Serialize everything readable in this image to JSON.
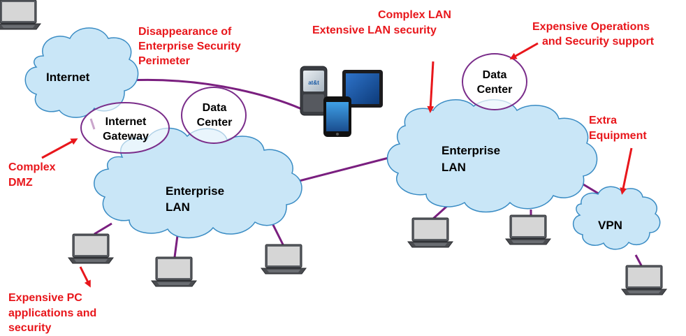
{
  "colors": {
    "cloud_fill": "#c9e6f7",
    "cloud_stroke": "#3a8cc4",
    "circle_stroke": "#7a2d8a",
    "link": "#7a1f7f",
    "arrow": "#e8161b",
    "annotation": "#e8161b"
  },
  "clouds": {
    "internet": "Internet",
    "lan_left_1": "Enterprise",
    "lan_left_2": "LAN",
    "lan_right_1": "Enterprise",
    "lan_right_2": "LAN",
    "vpn": "VPN"
  },
  "circles": {
    "gateway_1": "Internet",
    "gateway_2": "Gateway",
    "dc_left_1": "Data",
    "dc_left_2": "Center",
    "dc_right_1": "Data",
    "dc_right_2": "Center"
  },
  "annotations": {
    "perimeter": [
      "Disappearance of",
      "Enterprise Security",
      "Perimeter"
    ],
    "complex_lan": [
      "Complex LAN",
      "Extensive LAN security"
    ],
    "expensive_ops": [
      "Expensive Operations",
      "and Security support"
    ],
    "extra_equipment": [
      "Extra",
      "Equipment"
    ],
    "complex_dmz": [
      "Complex",
      "DMZ"
    ],
    "expensive_pc": [
      "Expensive PC",
      "applications and",
      "security"
    ]
  },
  "devices": {
    "phone_brand": "at&t",
    "icons": [
      "smartphone-icon",
      "tablet-icon",
      "iphone-icon",
      "laptop-icon"
    ]
  }
}
